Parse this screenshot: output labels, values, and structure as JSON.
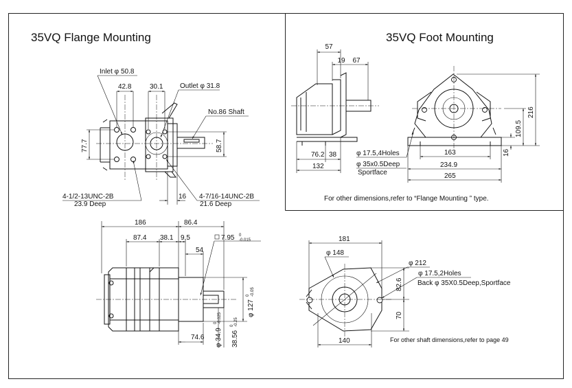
{
  "flange": {
    "title": "35VQ Flange Mounting",
    "inlet": "Inlet φ 50.8",
    "outlet": "Outlet φ 31.8",
    "shaft": "No.86 Shaft",
    "d_42_8": "42.8",
    "d_30_1": "30.1",
    "d_77_7": "77.7",
    "d_58_7": "58.7",
    "d_16": "16",
    "thread1_a": "4-1/2-13UNC-2B",
    "thread1_b": "23.9 Deep",
    "thread2_a": "4-7/16-14UNC-2B",
    "thread2_b": "21.6 Deep"
  },
  "foot": {
    "title": "35VQ Foot Mounting",
    "d_57": "57",
    "d_19": "19",
    "d_67": "67",
    "d_76_2": "76.2",
    "d_38": "38",
    "d_132": "132",
    "holes": "φ 17.5,4Holes",
    "spot1": "φ 35x0.5Deep",
    "spot2": "Sportface",
    "d_163": "163",
    "d_234_9": "234.9",
    "d_265": "265",
    "d_216": "216",
    "d_109_5": "109.5",
    "d_16": "16",
    "note": "For other  dimensions,refer to  “Flange Mounting ” type."
  },
  "side": {
    "d_186": "186",
    "d_86_4": "86.4",
    "d_87_4": "87.4",
    "d_38_1": "38.1",
    "d_9_5": "9.5",
    "d_54": "54",
    "key": "7.95",
    "key_tol_a": "0",
    "key_tol_b": "-0.015",
    "d_74_6": "74.6",
    "d_127": "φ 127",
    "d_127_tol_a": "0",
    "d_127_tol_b": "-0.05",
    "d_34_9": "φ 34.9",
    "d_34_9_tol_a": "0",
    "d_34_9_tol_b": "-0.025",
    "d_38_56": "38.56",
    "d_38_56_tol_a": "0",
    "d_38_56_tol_b": "-0.25"
  },
  "front": {
    "d_181": "181",
    "d_148": "φ 148",
    "d_212": "φ 212",
    "holes": "φ 17.5,2Holes",
    "back": "Back φ 35X0.5Deep,Sportface",
    "d_82_6": "82.6",
    "d_70": "70",
    "d_140": "140",
    "note": "For other shaft dimensions,refer to page 49"
  }
}
